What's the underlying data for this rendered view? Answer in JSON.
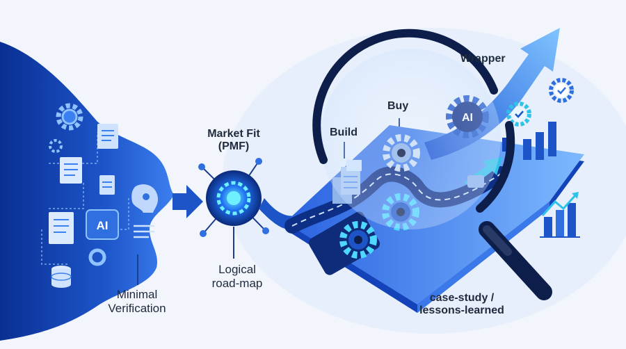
{
  "labels": {
    "market_fit_line1": "Market Fit",
    "market_fit_line2": "(PMF)",
    "build": "Build",
    "buy": "Buy",
    "wrapper": "Wrapper",
    "logical_line1": "Logical",
    "logical_line2": "road-map",
    "minimal_line1": "Minimal",
    "minimal_line2": "Verification",
    "case_line1": "case-study /",
    "case_line2": "lessons-learned",
    "ai_badge_left": "AI",
    "ai_badge_right": "AI"
  },
  "colors": {
    "background": "#f2f6fc",
    "deep_blue": "#0b3aa8",
    "mid_blue": "#2f6fe0",
    "light_blue": "#8fc3ff",
    "cyan": "#4fd8ff",
    "dark_navy": "#0e1e4a",
    "text": "#1f2a3d"
  },
  "icons": [
    "gear-icon",
    "document-icon",
    "ai-chip-icon",
    "head-profile-icon",
    "database-icon",
    "target-hub-icon",
    "server-icon",
    "magnifier-icon",
    "check-gear-icon",
    "bar-chart-icon",
    "growth-arrow-icon"
  ]
}
